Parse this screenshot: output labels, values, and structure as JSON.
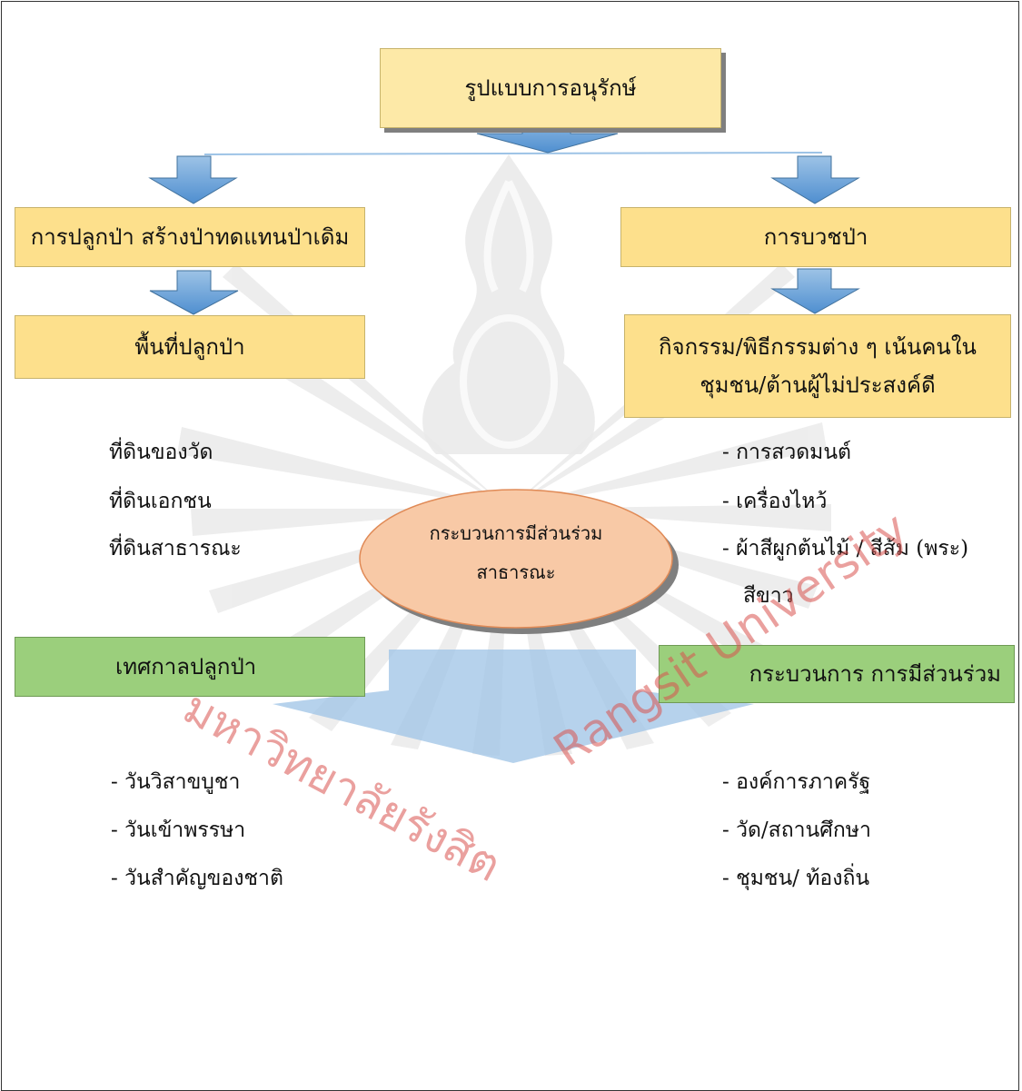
{
  "diagram": {
    "top_box": "รูปแบบการอนุรักษ์",
    "left_box": "การปลูกป่า สร้างป่าทดแทนป่าเดิม",
    "right_box": "การบวชป่า",
    "left_sub_box": "พื้นที่ปลูกป่า",
    "right_sub_box_line1": "กิจกรรม/พิธีกรรมต่าง ๆ เน้นคนใน",
    "right_sub_box_line2": "ชุมชน/ต้านผู้ไม่ประสงค์ดี",
    "left_list": [
      "ที่ดินของวัด",
      "ที่ดินเอกชน",
      "ที่ดินสาธารณะ"
    ],
    "right_list": [
      "- การสวดมนต์",
      "- เครื่องไหว้",
      "- ผ้าสีผูกต้นไม้ / สีส้ม (พระ)",
      "สีขาว"
    ],
    "center_ellipse_line1": "กระบวนการมีส่วนร่วม",
    "center_ellipse_line2": "สาธารณะ",
    "bottom_left_box": "เทศกาลปลูกป่า",
    "bottom_right_box": "กระบวนการ การมีส่วนร่วม",
    "bottom_left_list": [
      "- วันวิสาขบูชา",
      "- วันเข้าพรรษา",
      "- วันสำคัญของชาติ"
    ],
    "bottom_right_list": [
      "- องค์การภาครัฐ",
      "- วัด/สถานศึกษา",
      "- ชุมชน/ ท้องถิ่น"
    ]
  },
  "watermark": {
    "thai_text": "มหาวิทยาลัยรังสิต",
    "english_text": "Rangsit University"
  },
  "colors": {
    "box_yellow": "#fde9a7",
    "box_green": "#9bcf7c",
    "arrow_blue": "#5b9bd5",
    "ellipse_fill": "#f4b183",
    "watermark_red": "#d9534f"
  }
}
